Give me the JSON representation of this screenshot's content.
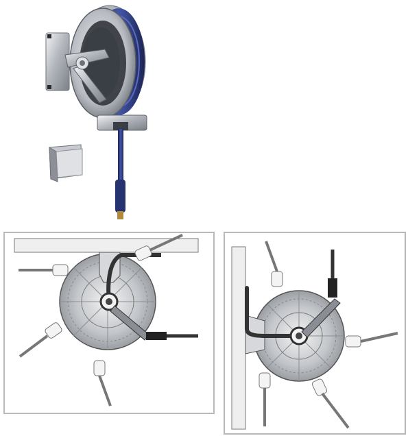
{
  "colors": {
    "background": "#ffffff",
    "steel": "#c9ccd1",
    "steel_dark": "#6d7278",
    "hose": "#2d3a7a",
    "frame": "#b9b9b9"
  },
  "product_photo": {
    "items": [
      "hose-reel",
      "wall-bracket"
    ]
  },
  "diagrams": [
    {
      "mount": "ceiling",
      "orientations": 5
    },
    {
      "mount": "wall",
      "orientations": 5
    }
  ]
}
